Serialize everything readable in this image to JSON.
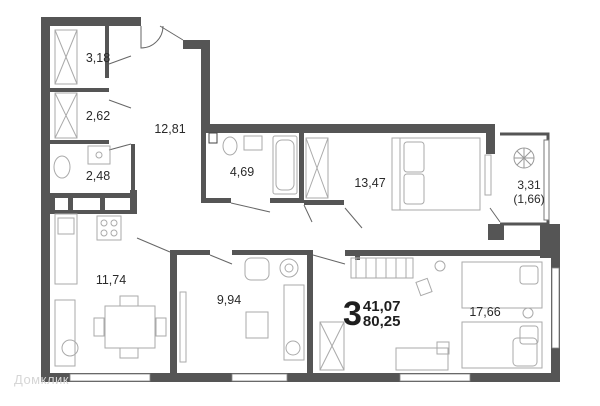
{
  "rooms": [
    {
      "id": "storage-1",
      "area": "3,18"
    },
    {
      "id": "storage-2",
      "area": "2,62"
    },
    {
      "id": "bathroom",
      "area": "2,48"
    },
    {
      "id": "hallway",
      "area": "12,81"
    },
    {
      "id": "bath-shower",
      "area": "4,69"
    },
    {
      "id": "bedroom-1",
      "area": "13,47"
    },
    {
      "id": "balcony",
      "area": "3,31",
      "area_reduced": "(1,66)"
    },
    {
      "id": "kitchen",
      "area": "11,74"
    },
    {
      "id": "bedroom-2",
      "area": "9,94"
    },
    {
      "id": "living-room",
      "area": "17,66"
    }
  ],
  "summary": {
    "room_count": "3",
    "living_area": "41,07",
    "total_area": "80,25"
  },
  "watermark": "Домклик",
  "colors": {
    "wall": "#5b5b5b",
    "wall_dark": "#4a4a4a",
    "furniture": "#b8b8b8",
    "text": "#2a2a2a",
    "window": "#ffffff"
  }
}
